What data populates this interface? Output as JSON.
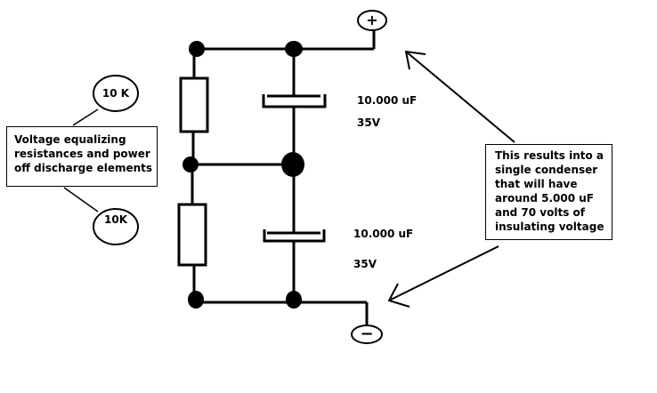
{
  "colors": {
    "ink": "#000000",
    "background": "#ffffff"
  },
  "terminals": {
    "positive": "+",
    "negative": "−"
  },
  "resistors": {
    "top_label": "10 K",
    "bottom_label": "10K"
  },
  "capacitors": {
    "top": {
      "value": "10.000 uF",
      "voltage": "35V"
    },
    "bottom": {
      "value": "10.000 uF",
      "voltage": "35V"
    }
  },
  "left_note": {
    "lines": [
      "Voltage equalizing",
      "resistances and power",
      "off discharge elements"
    ]
  },
  "right_note": {
    "lines": [
      "This results into a",
      "single condenser",
      "that will have",
      "around 5.000 uF",
      "and 70 volts of",
      "insulating voltage"
    ]
  }
}
